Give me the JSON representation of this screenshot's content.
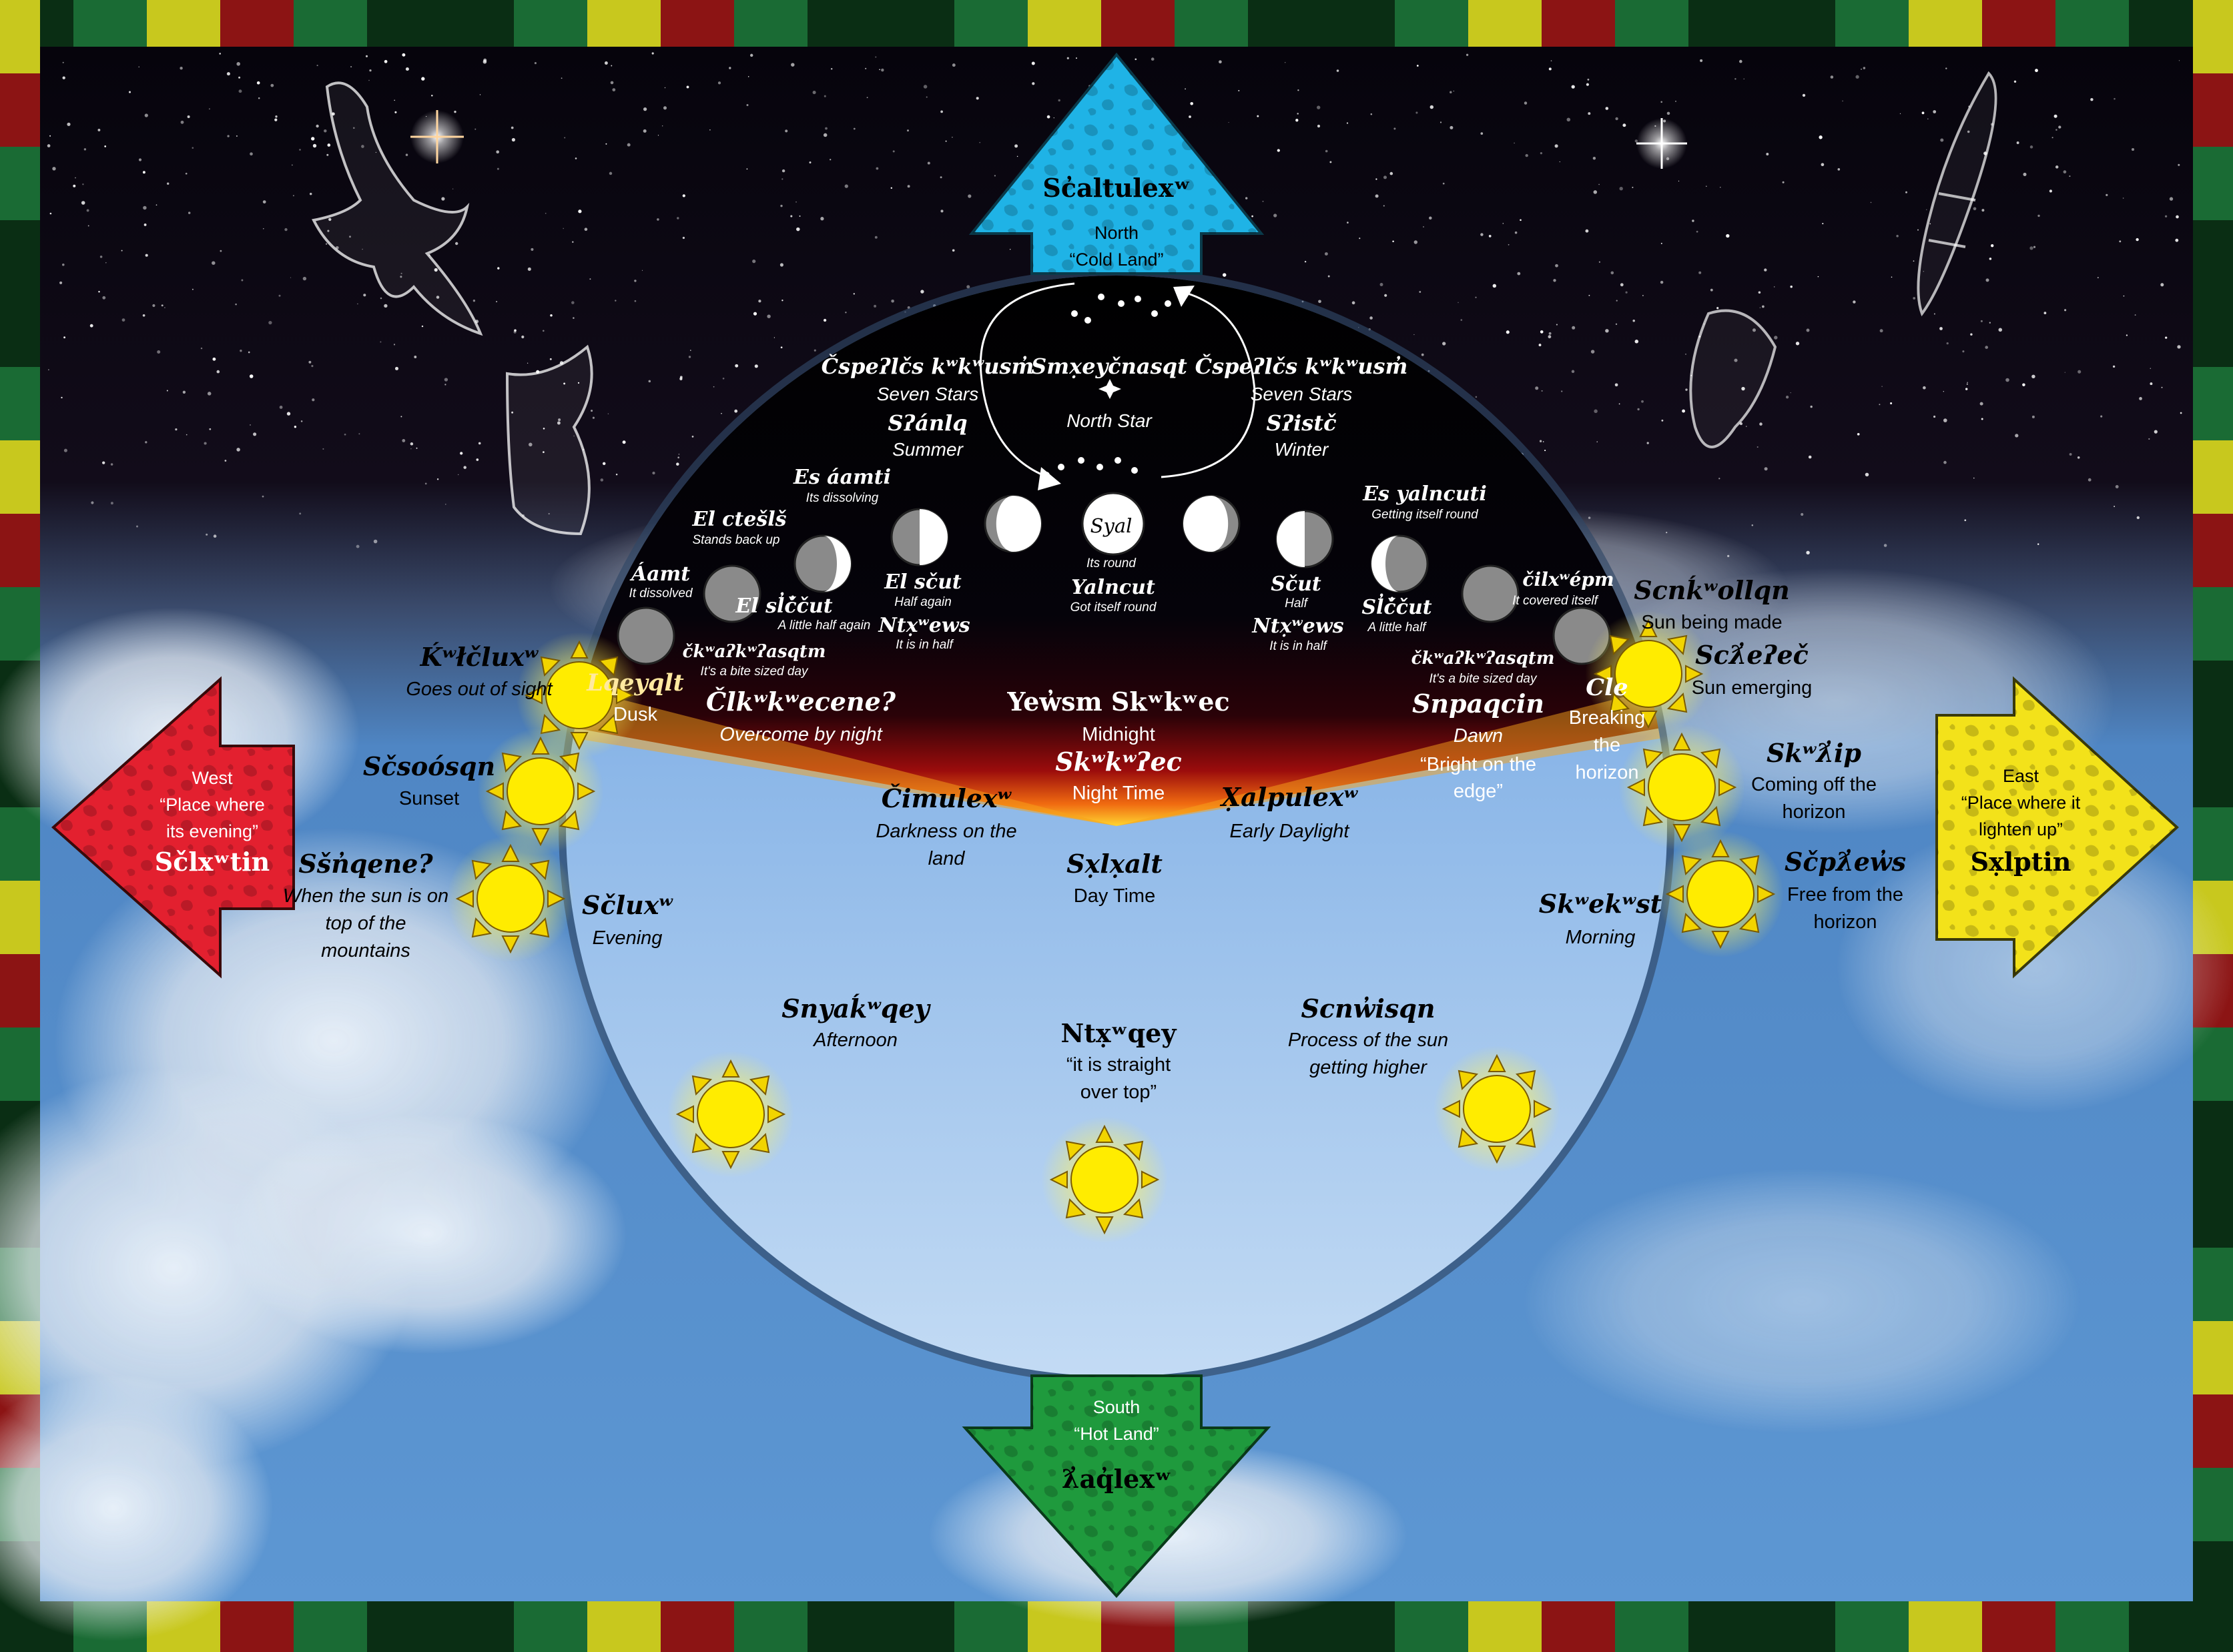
{
  "directions": {
    "north": {
      "name": "Sc̓altulexʷ",
      "label": "North",
      "meaning": "“Cold Land”",
      "color": "#1fb3e6"
    },
    "south": {
      "name": "ƛ̓aq̓lexʷ",
      "label": "South",
      "meaning": "“Hot Land”",
      "color": "#1f9a3d"
    },
    "west": {
      "name": "Sčlxʷtin",
      "label": "West",
      "meaning1": "“Place where",
      "meaning2": "its evening”",
      "color": "#e3202f"
    },
    "east": {
      "name": "Sx̣lptin",
      "label": "East",
      "meaning1": "“Place where it",
      "meaning2": "lighten up”",
      "color": "#f3e21a"
    }
  },
  "stars": {
    "seven_left": {
      "name": "Čspeʔlčs kʷkʷusm̓",
      "gloss": "Seven Stars",
      "season": "Sʔánlq",
      "season_gloss": "Summer"
    },
    "north_star": {
      "name": "Smx̣eyčnasqt",
      "gloss": "North Star"
    },
    "seven_right": {
      "name": "Čspeʔlčs kʷkʷusm̓",
      "gloss": "Seven Stars",
      "season": "Sʔistč",
      "season_gloss": "Winter"
    }
  },
  "moons": [
    {
      "name": "Áamt",
      "gloss": "It dissolved"
    },
    {
      "name": "El sl̓č̓čut",
      "gloss": "A little half again"
    },
    {
      "name": "El ctešlš",
      "gloss": "Stands back up"
    },
    {
      "name": "Es áamti",
      "gloss": "Its dissolving"
    },
    {
      "name": "El sčut",
      "gloss": "Half again"
    },
    {
      "name": "Ntx̣ʷews",
      "gloss": "It is in half"
    },
    {
      "name": "čkʷaʔkʷʔasqtm",
      "gloss": "It's a bite sized day"
    },
    {
      "name": "Syal",
      "gloss": "Its round"
    },
    {
      "name": "Yalncut",
      "gloss": "Got itself round"
    },
    {
      "name": "Es yalncuti",
      "gloss": "Getting itself round"
    },
    {
      "name": "Sčut",
      "gloss": "Half"
    },
    {
      "name": "Ntx̣ʷews",
      "gloss": "It is in half"
    },
    {
      "name": "Sl̓č̓čut",
      "gloss": "A little half"
    },
    {
      "name": "čilxʷépm",
      "gloss": "It covered itself"
    },
    {
      "name": "čkʷaʔkʷʔasqtm",
      "gloss": "It's a bite sized day"
    }
  ],
  "night": {
    "dusk": {
      "name": "Lqeyqlt",
      "gloss": "Dusk"
    },
    "overcome": {
      "name": "Člkʷkʷecene?",
      "gloss": "Overcome by night"
    },
    "midnight": {
      "name": "Yew̓sm Skʷkʷec",
      "gloss": "Midnight"
    },
    "night_time": {
      "name": "Skʷkʷʔec",
      "gloss": "Night Time"
    },
    "dawn": {
      "name": "Snpaqcin",
      "gloss": "Dawn",
      "gloss2": "“Bright on the",
      "gloss3": "edge”"
    },
    "cle": {
      "name": "Cle",
      "g1": "Breaking",
      "g2": "the",
      "g3": "horizon"
    }
  },
  "horizon": {
    "darkness": {
      "name": "Čimulexʷ",
      "g1": "Darkness on the",
      "g2": "land"
    },
    "early": {
      "name": "X̣alpulexʷ",
      "gloss": "Early Daylight"
    },
    "day": {
      "name": "Sx̣lx̣alt",
      "gloss": "Day Time"
    }
  },
  "day": {
    "evening": {
      "name": "Sčluxʷ",
      "gloss": "Evening"
    },
    "morning": {
      "name": "Skʷekʷst",
      "gloss": "Morning"
    },
    "afternoon": {
      "name": "Snyaḱʷqey",
      "gloss": "Afternoon"
    },
    "noon": {
      "name": "Ntx̣ʷqey",
      "g1": "“it is straight",
      "g2": "over top”"
    },
    "higher": {
      "name": "Scnw̓isqn",
      "g1": "Process of the sun",
      "g2": "getting higher"
    }
  },
  "west_side": {
    "out": {
      "name": "Ḱʷłčluxʷ",
      "gloss": "Goes out of sight"
    },
    "sunset": {
      "name": "Sčsoósqn",
      "gloss": "Sunset"
    },
    "mountains": {
      "name": "Sšn̓qene?",
      "g1": "When the sun is on",
      "g2": "top of the",
      "g3": "mountains"
    }
  },
  "east_side": {
    "made": {
      "name": "Scnḱʷollqn",
      "gloss": "Sun being made"
    },
    "emerging": {
      "name": "Scƛ̓eʔeč",
      "gloss": "Sun emerging"
    },
    "coming": {
      "name": "Skʷƛ̓ip",
      "g1": "Coming off the",
      "g2": "horizon"
    },
    "free": {
      "name": "Sčpƛ̓ew̓s",
      "g1": "Free from the",
      "g2": "horizon"
    }
  }
}
